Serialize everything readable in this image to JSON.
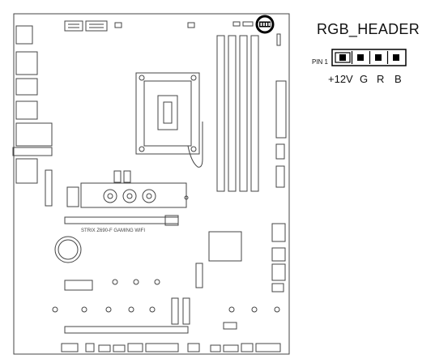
{
  "header": {
    "title": "RGB_HEADER",
    "pin1_label": "PIN 1",
    "pins": [
      "+12V",
      "G",
      "R",
      "B"
    ]
  },
  "board": {
    "model_text": "STRIX Z690-F GAMING WIFI"
  },
  "colors": {
    "line": "#333333",
    "highlight": "#000000"
  }
}
